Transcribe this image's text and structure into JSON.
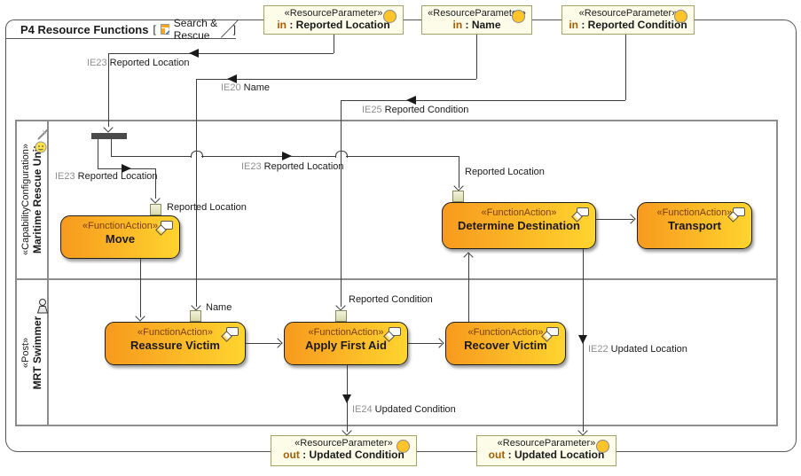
{
  "frame": {
    "title": "P4 Resource Functions",
    "open_bracket": "[",
    "subtitle": "Search & Rescue",
    "close_bracket": "]"
  },
  "top_parameters": [
    {
      "stereotype": "«ResourceParameter»",
      "direction": "in",
      "name": ": Reported Location"
    },
    {
      "stereotype": "«ResourceParameter»",
      "direction": "in",
      "name": ": Name"
    },
    {
      "stereotype": "«ResourceParameter»",
      "direction": "in",
      "name": ": Reported Condition"
    }
  ],
  "bottom_parameters": [
    {
      "stereotype": "«ResourceParameter»",
      "direction": "out",
      "name": ": Updated Condition"
    },
    {
      "stereotype": "«ResourceParameter»",
      "direction": "out",
      "name": ": Updated Location"
    }
  ],
  "lanes": [
    {
      "stereotype": "«CapabilityConfiguration»",
      "name": "Maritime Rescue Unit"
    },
    {
      "stereotype": "«Post»",
      "name": "MRT Swimmer"
    }
  ],
  "actions": [
    {
      "stereotype": "«FunctionAction»",
      "name": "Move",
      "pin_label": "Reported Location"
    },
    {
      "stereotype": "«FunctionAction»",
      "name": "Determine Destination",
      "pin_label": "Reported Location"
    },
    {
      "stereotype": "«FunctionAction»",
      "name": "Transport"
    },
    {
      "stereotype": "«FunctionAction»",
      "name": "Reassure Victim",
      "pin_label": "Name"
    },
    {
      "stereotype": "«FunctionAction»",
      "name": "Apply First Aid",
      "pin_label": "Reported Condition"
    },
    {
      "stereotype": "«FunctionAction»",
      "name": "Recover Victim"
    }
  ],
  "flow_labels": [
    {
      "prefix": "IE23",
      "text": "Reported Location"
    },
    {
      "prefix": "IE20",
      "text": "Name"
    },
    {
      "prefix": "IE25",
      "text": "Reported Condition"
    },
    {
      "prefix": "IE23",
      "text": "Reported Location"
    },
    {
      "prefix": "IE23",
      "text": "Reported Location"
    },
    {
      "prefix": "IE22",
      "text": "Updated Location"
    },
    {
      "prefix": "IE24",
      "text": "Updated Condition"
    }
  ],
  "colors": {
    "action_gradient_start": "#F79A1E",
    "action_gradient_end": "#FFD42E",
    "parameter_fill": "#FCFCE9",
    "parameter_border": "#A2A264",
    "direction_keyword": "#A85E00",
    "action_stereotype": "#7A3E0C",
    "flow_prefix_gray": "#8F8F8F",
    "lane_border": "#8C8C8C",
    "parameter_circle": "#FFC42A",
    "fork_bar": "#4A4A4A"
  }
}
